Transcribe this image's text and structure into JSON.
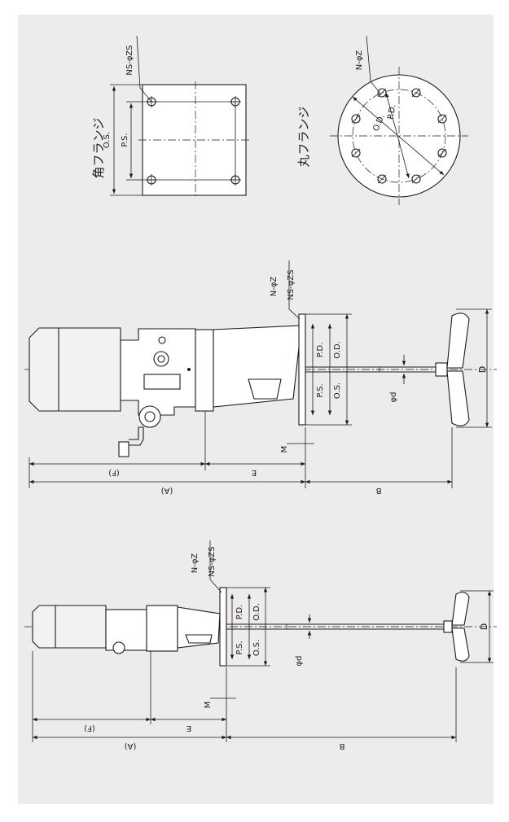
{
  "colors": {
    "panel": "#ececec",
    "line": "#231815",
    "background": "#ffffff"
  },
  "square_flange": {
    "title": "角フランジ",
    "os_label": "O.S.",
    "ps_label": "P.S.",
    "hole_label": "NS-φZS"
  },
  "round_flange": {
    "title": "丸フランジ",
    "od_label": "O.D.",
    "pd_label": "P.D.",
    "hole_label": "N-φZ"
  },
  "mixer_large": {
    "a_label": "(A)",
    "f_label": "(F)",
    "e_label": "E",
    "b_label": "B",
    "m_label": "M",
    "d_label": "D",
    "shaft_label": "φd",
    "ps_label": "P.S.",
    "os_label": "O.S.",
    "pd_label": "P.D.",
    "od_label": "O.D.",
    "hole_label_1": "N-φZ",
    "hole_label_2": "NS-φZS"
  },
  "mixer_small": {
    "a_label": "(A)",
    "f_label": "(F)",
    "e_label": "E",
    "b_label": "B",
    "m_label": "M",
    "d_label": "D",
    "shaft_label": "φd",
    "ps_label": "P.S.",
    "os_label": "O.S.",
    "pd_label": "P.D.",
    "od_label": "O.D.",
    "hole_label_1": "N-φZ",
    "hole_label_2": "NS-φZS"
  }
}
